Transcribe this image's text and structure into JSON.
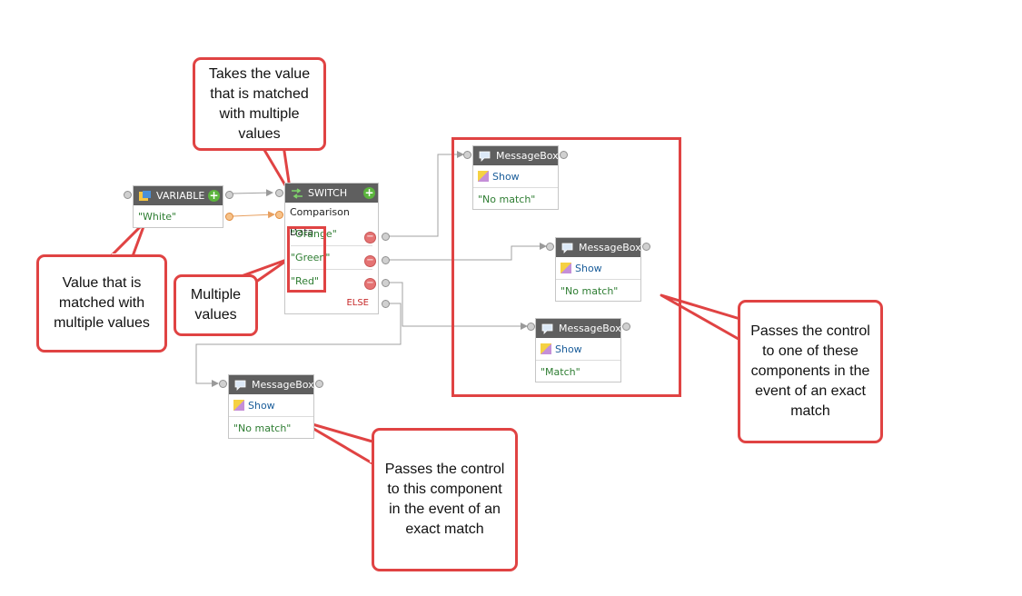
{
  "variable_node": {
    "title": "VARIABLE",
    "value": "\"White\""
  },
  "switch_node": {
    "title": "SWITCH",
    "comparison_label": "Comparison Data",
    "cases": [
      "\"Orange\"",
      "\"Green\"",
      "\"Red\""
    ],
    "else_label": "ELSE"
  },
  "messagebox_nodes": [
    {
      "title": "MessageBox",
      "action": "Show",
      "message": "\"No match\""
    },
    {
      "title": "MessageBox",
      "action": "Show",
      "message": "\"No match\""
    },
    {
      "title": "MessageBox",
      "action": "Show",
      "message": "\"Match\""
    },
    {
      "title": "MessageBox",
      "action": "Show",
      "message": "\"No match\""
    }
  ],
  "callouts": {
    "takes_value": "Takes the value that is matched with multiple values",
    "value_matched": "Value that is matched with multiple values",
    "multiple_values": "Multiple values",
    "passes_one": "Passes the control to one of these components in the event of an exact match",
    "passes_this": "Passes the control to this component in the event of an exact match"
  },
  "colors": {
    "callout_border": "#e04343",
    "header": "#5f5f5f",
    "value_text": "#2e7d32",
    "else_text": "#c62828"
  }
}
